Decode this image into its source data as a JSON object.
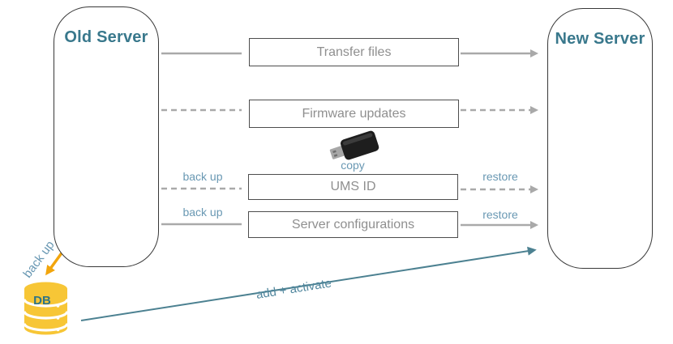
{
  "diagram": {
    "old_server": {
      "title": "Old Server"
    },
    "new_server": {
      "title": "New Server"
    },
    "rows": {
      "transfer_files": {
        "label": "Transfer files",
        "line_style": "solid"
      },
      "firmware_updates": {
        "label": "Firmware updates",
        "line_style": "dashed"
      },
      "ums_id": {
        "label": "UMS ID",
        "line_style": "dashed",
        "left": "back up",
        "right": "restore"
      },
      "server_configurations": {
        "label": "Server configurations",
        "line_style": "solid",
        "left": "back up",
        "right": "restore"
      }
    },
    "usb": {
      "label": "copy"
    },
    "database": {
      "label": "DB",
      "backup": "back up"
    },
    "add_activate": {
      "label": "add + activate"
    },
    "icons": [
      "igel-app-icon",
      "igel-config-gear-icon",
      "usb-stick-icon",
      "database-cylinder-icon",
      "orange-sync-arrow-icon",
      "teal-add-activate-arrow-icon"
    ],
    "colors": {
      "title_teal": "#39788C",
      "label_blue": "#6998B3",
      "line_gray": "#A9A9A9",
      "arrow_teal": "#4C8191",
      "arrow_orange": "#F2A50C",
      "icon_yellow_top": "#FBE170",
      "icon_yellow_bottom": "#F1B808",
      "db_yellow": "#F7C636",
      "gear_gray": "#4A4A4A",
      "box_border": "#4D4D4D",
      "box_text": "#8F8F8F"
    }
  }
}
